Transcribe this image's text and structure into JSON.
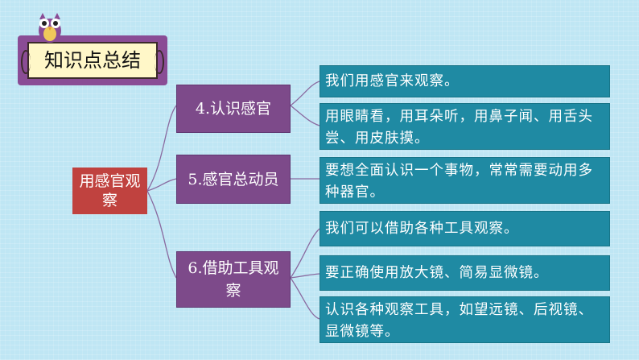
{
  "title": "知识点总结",
  "root": "用感官观察",
  "branches": [
    {
      "label": "4.认识感官",
      "leaves": [
        "我们用感官来观察。",
        "用眼睛看，用耳朵听，用鼻子闻、用舌头尝、用皮肤摸。"
      ]
    },
    {
      "label": "5.感官总动员",
      "leaves": [
        "要想全面认识一个事物，常常需要动用多种器官。"
      ]
    },
    {
      "label": "6.借助工具观察",
      "leaves": [
        "我们可以借助各种工具观察。",
        "要正确使用放大镜、简易显微镜。",
        "认识各种观察工具，如望远镜、后视镜、显微镜等。"
      ]
    }
  ],
  "colors": {
    "root": "#c0423f",
    "branch": "#7d4a8a",
    "leaf": "#1f8aa3",
    "line": "#8a6aa0"
  }
}
